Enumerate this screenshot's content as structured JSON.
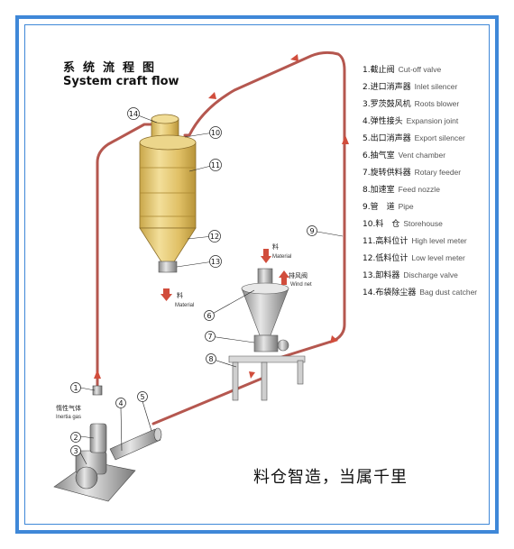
{
  "title": {
    "cn": "系统流程图",
    "en": "System craft flow"
  },
  "legend": [
    {
      "n": "1.",
      "cn": "截止阀",
      "en": "Cut-off valve"
    },
    {
      "n": "2.",
      "cn": "进口消声器",
      "en": "Inlet silencer"
    },
    {
      "n": "3.",
      "cn": "罗茨鼓风机",
      "en": "Roots blower"
    },
    {
      "n": "4.",
      "cn": "弹性接头",
      "en": "Expansion joint"
    },
    {
      "n": "5.",
      "cn": "出口消声器",
      "en": "Export silencer"
    },
    {
      "n": "6.",
      "cn": "抽气室",
      "en": "Vent chamber"
    },
    {
      "n": "7.",
      "cn": "旋转供料器",
      "en": "Rotary feeder"
    },
    {
      "n": "8.",
      "cn": "加速室",
      "en": "Feed nozzle"
    },
    {
      "n": "9.",
      "cn": "管　道",
      "en": "Pipe"
    },
    {
      "n": "10.",
      "cn": "料　仓",
      "en": "Storehouse"
    },
    {
      "n": "11.",
      "cn": "高料位计",
      "en": "High level meter"
    },
    {
      "n": "12.",
      "cn": "低料位计",
      "en": "Low level meter"
    },
    {
      "n": "13.",
      "cn": "卸料器",
      "en": "Discharge valve"
    },
    {
      "n": "14.",
      "cn": "布袋除尘器",
      "en": "Bag dust catcher"
    }
  ],
  "callouts": [
    "1",
    "2",
    "3",
    "4",
    "5",
    "6",
    "7",
    "8",
    "9",
    "10",
    "11",
    "12",
    "13",
    "14"
  ],
  "labels": {
    "material_cn": "料",
    "material_en": "Material",
    "wind_cn": "排风阀",
    "wind_en": "Wind net",
    "inertia_cn": "惰性气体",
    "inertia_en": "Inertia gas"
  },
  "slogan": "料仓智造，当属千里",
  "colors": {
    "frame": "#3f88d8",
    "pipe": "#b5574f",
    "silo": "#e3c56c",
    "arrow": "#d14d3c"
  }
}
